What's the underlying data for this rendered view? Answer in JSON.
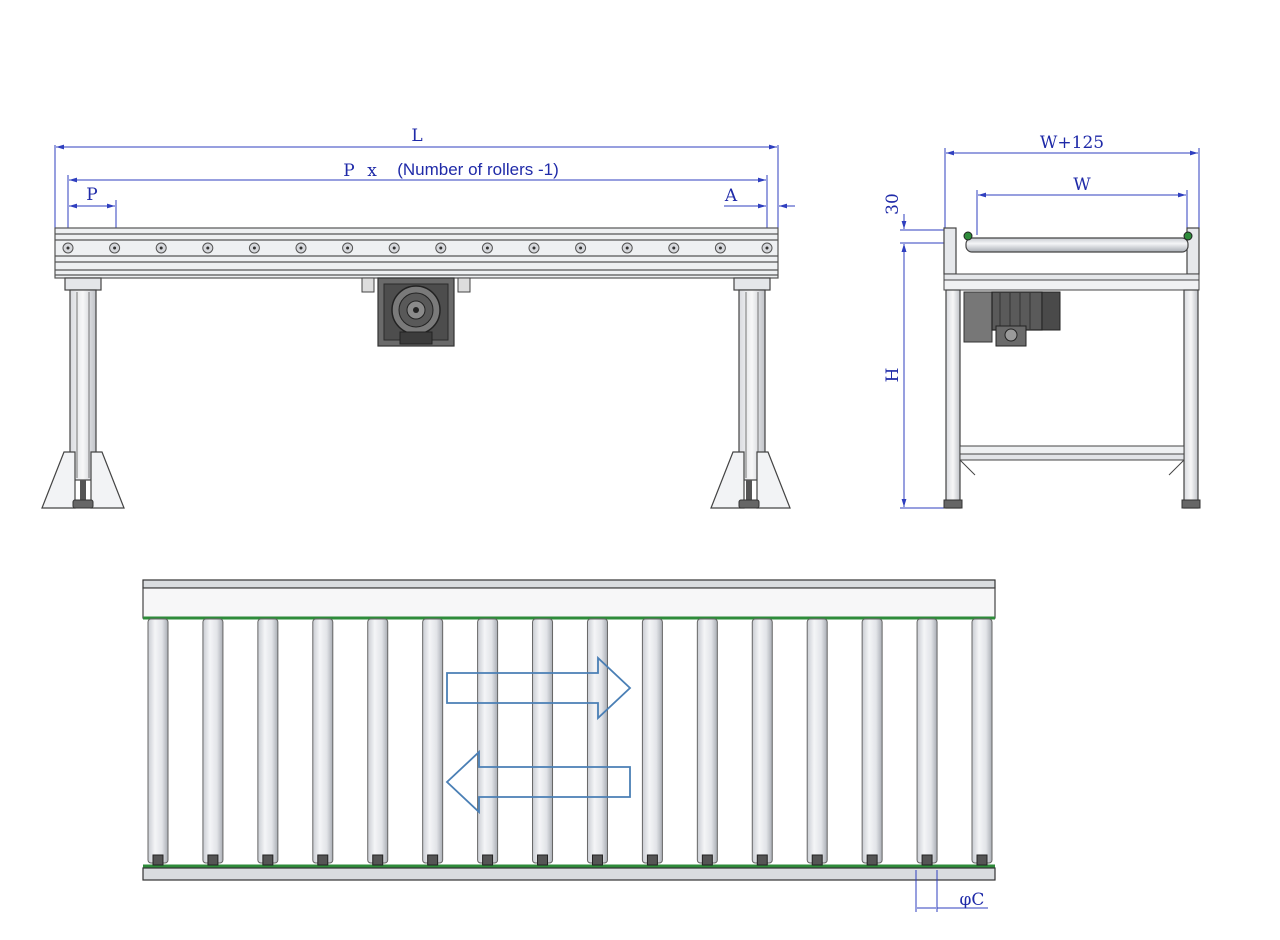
{
  "dimensions": {
    "length_label": "L",
    "pitch_formula_label_p": "P",
    "pitch_formula_label_x": "x",
    "pitch_formula_label_rest": "(Number of rollers -1)",
    "pitch_label": "P",
    "offset_label": "A",
    "overall_width_label": "W+125",
    "width_label": "W",
    "height_label": "H",
    "roller_height_label": "30",
    "roller_diameter_label": "φC"
  },
  "views": {
    "front_roller_count": 16,
    "top_roller_count": 16
  },
  "colors": {
    "dimension": "#2f3fbf",
    "flow_arrow": "#4a7fb5",
    "guide_rail": "#2e8b3a",
    "motor": "#5a5a5a"
  }
}
